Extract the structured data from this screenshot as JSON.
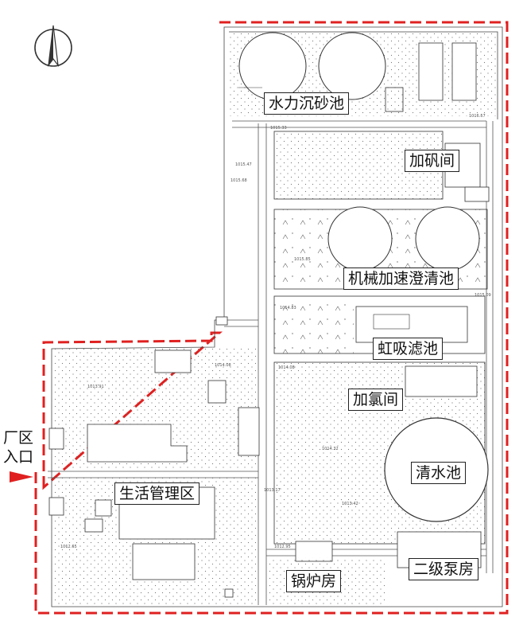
{
  "entrance": {
    "line1": "厂区",
    "line2": "入口"
  },
  "labels": {
    "grit_tank": "水力沉砂池",
    "alum_room": "加矾间",
    "clarifier": "机械加速澄清池",
    "siphon_filter": "虹吸滤池",
    "chlorination_room": "加氯间",
    "clear_water_tank": "清水池",
    "admin_zone": "生活管理区",
    "boiler_room": "锅炉房",
    "pump_house": "二级泵房"
  },
  "elevations": {
    "e1": "1015.33",
    "e2": "1016.57",
    "e3": "1015.47",
    "e4": "1015.68",
    "e5": "1015.85",
    "e6": "1015.09",
    "e7": "1014.83",
    "e8": "1014.08",
    "e9": "1013.91",
    "e10": "1014.32",
    "e11": "1013.42",
    "e12": "1013.17",
    "e13": "1012.95",
    "e14": "1012.65"
  },
  "colors": {
    "boundary": "#e02020",
    "entrance_arrow": "#e02020",
    "lines": "#333333"
  },
  "icons": {
    "north_arrow": "north-arrow-icon",
    "entrance_arrow": "entrance-arrow-icon"
  }
}
